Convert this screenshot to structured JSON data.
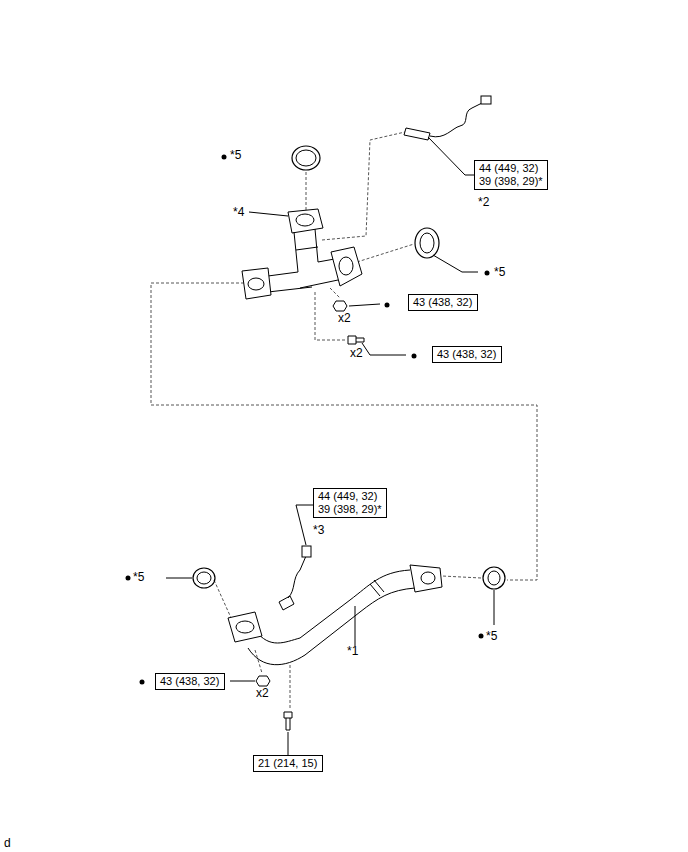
{
  "diagram": {
    "nodes": [
      {
        "text": [
          "44 (449, 32)",
          "39 (398, 29)*"
        ]
      },
      {
        "text": [
          "43 (438, 32)"
        ]
      },
      {
        "text": [
          "43 (438, 32)"
        ]
      },
      {
        "text": [
          "44 (449, 32)",
          "39 (398, 29)*"
        ]
      },
      {
        "text": [
          "43 (438, 32)"
        ]
      },
      {
        "text": [
          "21 (214, 15)"
        ]
      }
    ],
    "labels": [
      "*5",
      "*4",
      "*2",
      "*5",
      "x2",
      "x2",
      "*3",
      "*5",
      "*5",
      "*1",
      "x2",
      "d"
    ]
  }
}
